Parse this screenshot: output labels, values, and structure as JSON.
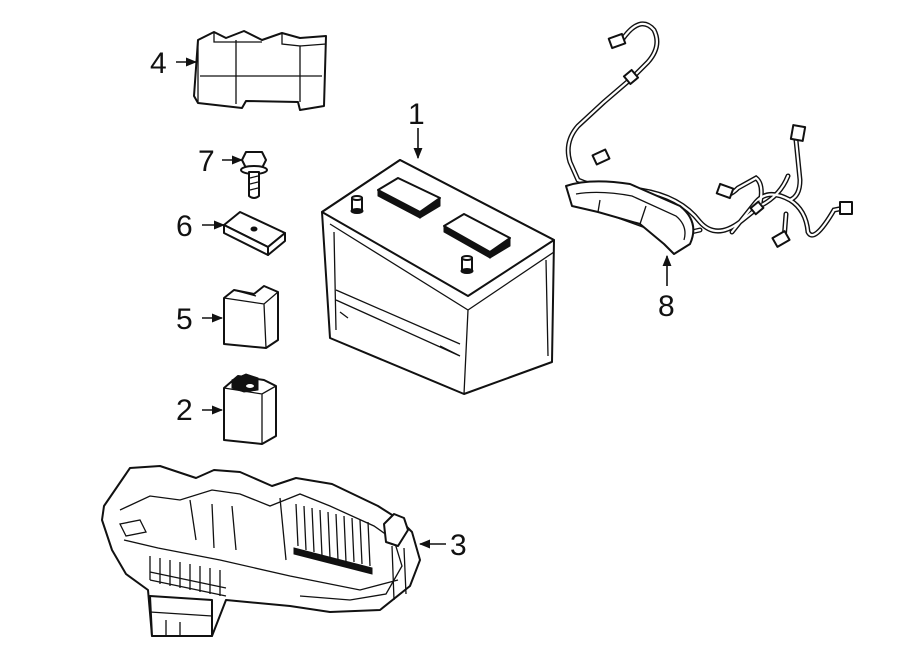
{
  "callouts": [
    {
      "id": "battery",
      "label": "1"
    },
    {
      "id": "terminal-cover-2",
      "label": "2"
    },
    {
      "id": "battery-tray",
      "label": "3"
    },
    {
      "id": "battery-cover",
      "label": "4"
    },
    {
      "id": "terminal-cover-5",
      "label": "5"
    },
    {
      "id": "hold-down",
      "label": "6"
    },
    {
      "id": "bolt",
      "label": "7"
    },
    {
      "id": "wiring-harness",
      "label": "8"
    }
  ]
}
